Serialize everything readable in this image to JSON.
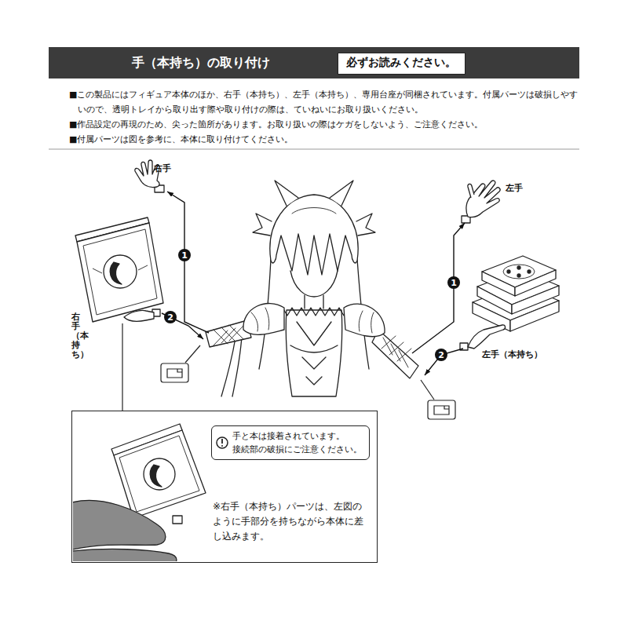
{
  "diagram": {
    "nodes": [
      {
        "text": [
          "手（本持ち）の取り付け"
        ]
      },
      {
        "text": [
          "必ずお読みください。"
        ],
        "in": 0
      },
      {
        "text": [
          "1"
        ]
      },
      {
        "text": [
          "2"
        ]
      },
      {
        "text": [
          "1"
        ]
      },
      {
        "text": [
          "2"
        ]
      },
      {
        "text": [
          "※右手（本持ち）パーツは、左図のように手部分を持ちながら本体に差し込みます。"
        ]
      },
      {
        "text": [
          "手と本は接着されています。",
          "接続部の破損にご注意ください。"
        ],
        "in": 6
      }
    ],
    "labels": [
      "■この製品にはフィギュア本体のほか、右手（本持ち）、左手（本持ち）、専用台座が同梱されています。付属パーツは破損しやすいので、透明トレイから取り出す際や取り付けの際は、ていねいにお取り扱いください。",
      "■作品設定の再現のため、尖った箇所があります。お取り扱いの際はケガをしないよう、ご注意ください。",
      "■付属パーツは図を参考に、本体に取り付けてください。",
      "右手",
      "左手",
      "右手（本持ち）",
      "左手（本持ち）"
    ]
  }
}
